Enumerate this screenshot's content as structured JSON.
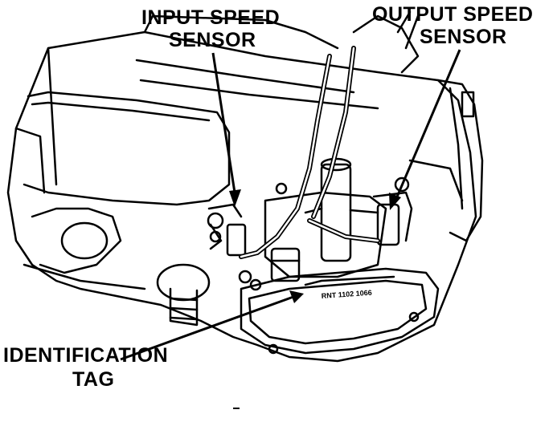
{
  "labels": {
    "input_speed_sensor": [
      "INPUT SPEED",
      "SENSOR"
    ],
    "output_speed_sensor": [
      "OUTPUT SPEED",
      "SENSOR"
    ],
    "identification_tag": [
      "IDENTIFICATION",
      "TAG"
    ]
  },
  "tag_text": "RNT 1102 1066",
  "colors": {
    "ink": "#000000",
    "paper": "#ffffff"
  }
}
